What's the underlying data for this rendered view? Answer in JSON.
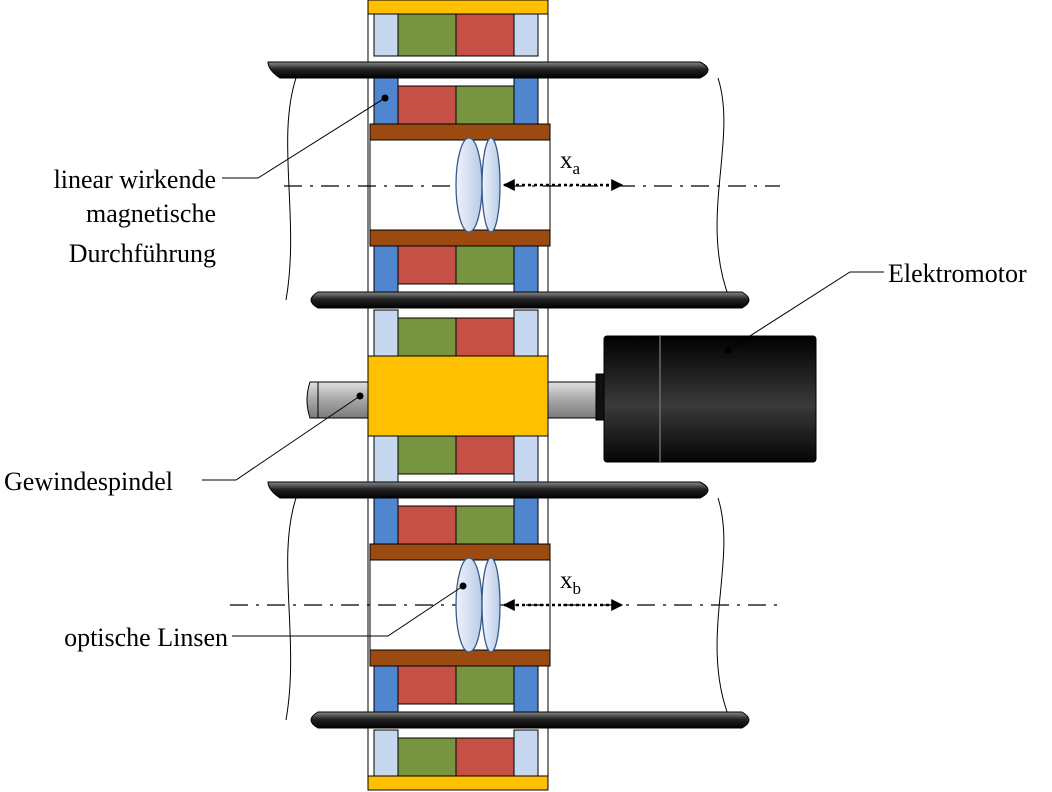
{
  "labels": {
    "feedthrough": [
      "linear wirkende",
      "magnetische",
      "Durchführung"
    ],
    "motor": "Elektromotor",
    "spindle": "Gewindespindel",
    "lenses": "optische Linsen"
  },
  "displacements": {
    "a": {
      "symbol": "x",
      "sub": "a"
    },
    "b": {
      "symbol": "x",
      "sub": "b"
    }
  },
  "colors": {
    "magnet_red": "#c55046",
    "magnet_green": "#779441",
    "spacer_blue": "#5086cf",
    "spacer_lightblue": "#c6d8ef",
    "carrier_brown": "#9b4a10",
    "nut_yellow": "#ffc000",
    "lens_fill": "#dce6f5",
    "lens_stroke": "#375a8c",
    "shaft_gray": "#a6a6a6"
  }
}
